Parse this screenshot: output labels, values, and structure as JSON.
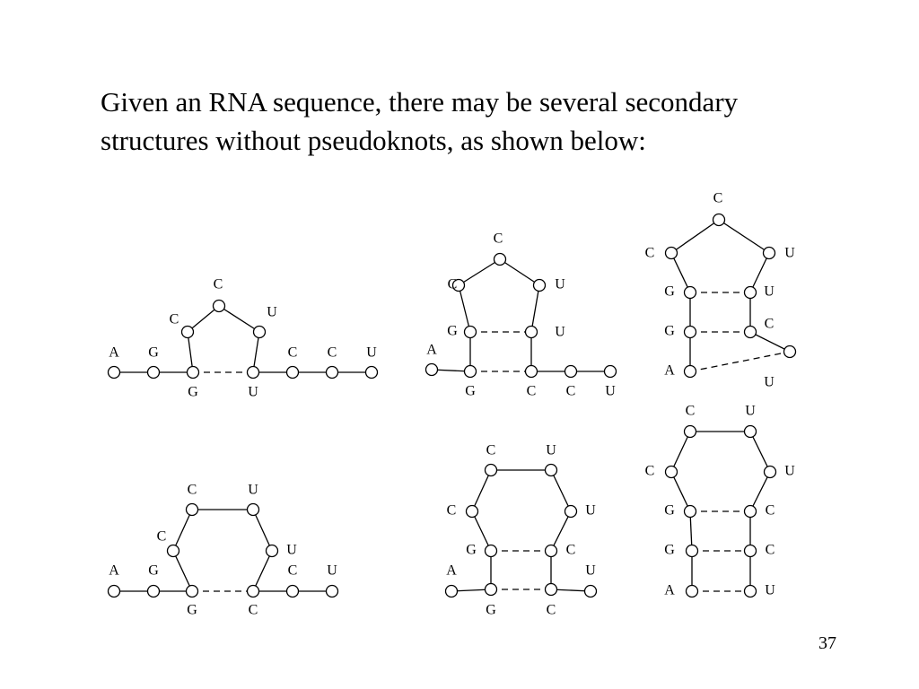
{
  "slide": {
    "text_line1": "Given an RNA sequence, there may be several secondary",
    "text_line2": "structures without pseudoknots, as shown below:",
    "page_number": "37"
  },
  "structures": [
    {
      "id": "s1",
      "nodes": [
        {
          "b": "A"
        },
        {
          "b": "G"
        },
        {
          "b": "G"
        },
        {
          "b": "C"
        },
        {
          "b": "C"
        },
        {
          "b": "U"
        },
        {
          "b": "U"
        },
        {
          "b": "C"
        },
        {
          "b": "C"
        },
        {
          "b": "U"
        }
      ],
      "pairs": [
        [
          2,
          6
        ]
      ]
    },
    {
      "id": "s2",
      "nodes": [
        {
          "b": "A"
        },
        {
          "b": "G"
        },
        {
          "b": "G"
        },
        {
          "b": "C"
        },
        {
          "b": "C"
        },
        {
          "b": "U"
        },
        {
          "b": "U"
        },
        {
          "b": "C"
        },
        {
          "b": "C"
        },
        {
          "b": "U"
        }
      ],
      "pairs": [
        [
          1,
          7
        ],
        [
          2,
          6
        ]
      ]
    },
    {
      "id": "s3",
      "nodes": [
        {
          "b": "A"
        },
        {
          "b": "G"
        },
        {
          "b": "G"
        },
        {
          "b": "C"
        },
        {
          "b": "C"
        },
        {
          "b": "U"
        },
        {
          "b": "U"
        },
        {
          "b": "C"
        },
        {
          "b": "U"
        }
      ],
      "pairs": [
        [
          0,
          8
        ],
        [
          1,
          7
        ],
        [
          2,
          6
        ]
      ]
    },
    {
      "id": "s4",
      "nodes": [
        {
          "b": "A"
        },
        {
          "b": "G"
        },
        {
          "b": "G"
        },
        {
          "b": "C"
        },
        {
          "b": "C"
        },
        {
          "b": "U"
        },
        {
          "b": "U"
        },
        {
          "b": "C"
        },
        {
          "b": "C"
        },
        {
          "b": "U"
        }
      ],
      "pairs": [
        [
          2,
          7
        ]
      ]
    },
    {
      "id": "s5",
      "nodes": [
        {
          "b": "A"
        },
        {
          "b": "G"
        },
        {
          "b": "G"
        },
        {
          "b": "C"
        },
        {
          "b": "C"
        },
        {
          "b": "U"
        },
        {
          "b": "U"
        },
        {
          "b": "C"
        },
        {
          "b": "C"
        },
        {
          "b": "U"
        }
      ],
      "pairs": [
        [
          1,
          8
        ],
        [
          2,
          7
        ]
      ]
    },
    {
      "id": "s6",
      "nodes": [
        {
          "b": "A"
        },
        {
          "b": "G"
        },
        {
          "b": "G"
        },
        {
          "b": "C"
        },
        {
          "b": "C"
        },
        {
          "b": "U"
        },
        {
          "b": "U"
        },
        {
          "b": "C"
        },
        {
          "b": "C"
        },
        {
          "b": "U"
        }
      ],
      "pairs": [
        [
          0,
          9
        ],
        [
          1,
          8
        ],
        [
          2,
          7
        ]
      ]
    }
  ]
}
